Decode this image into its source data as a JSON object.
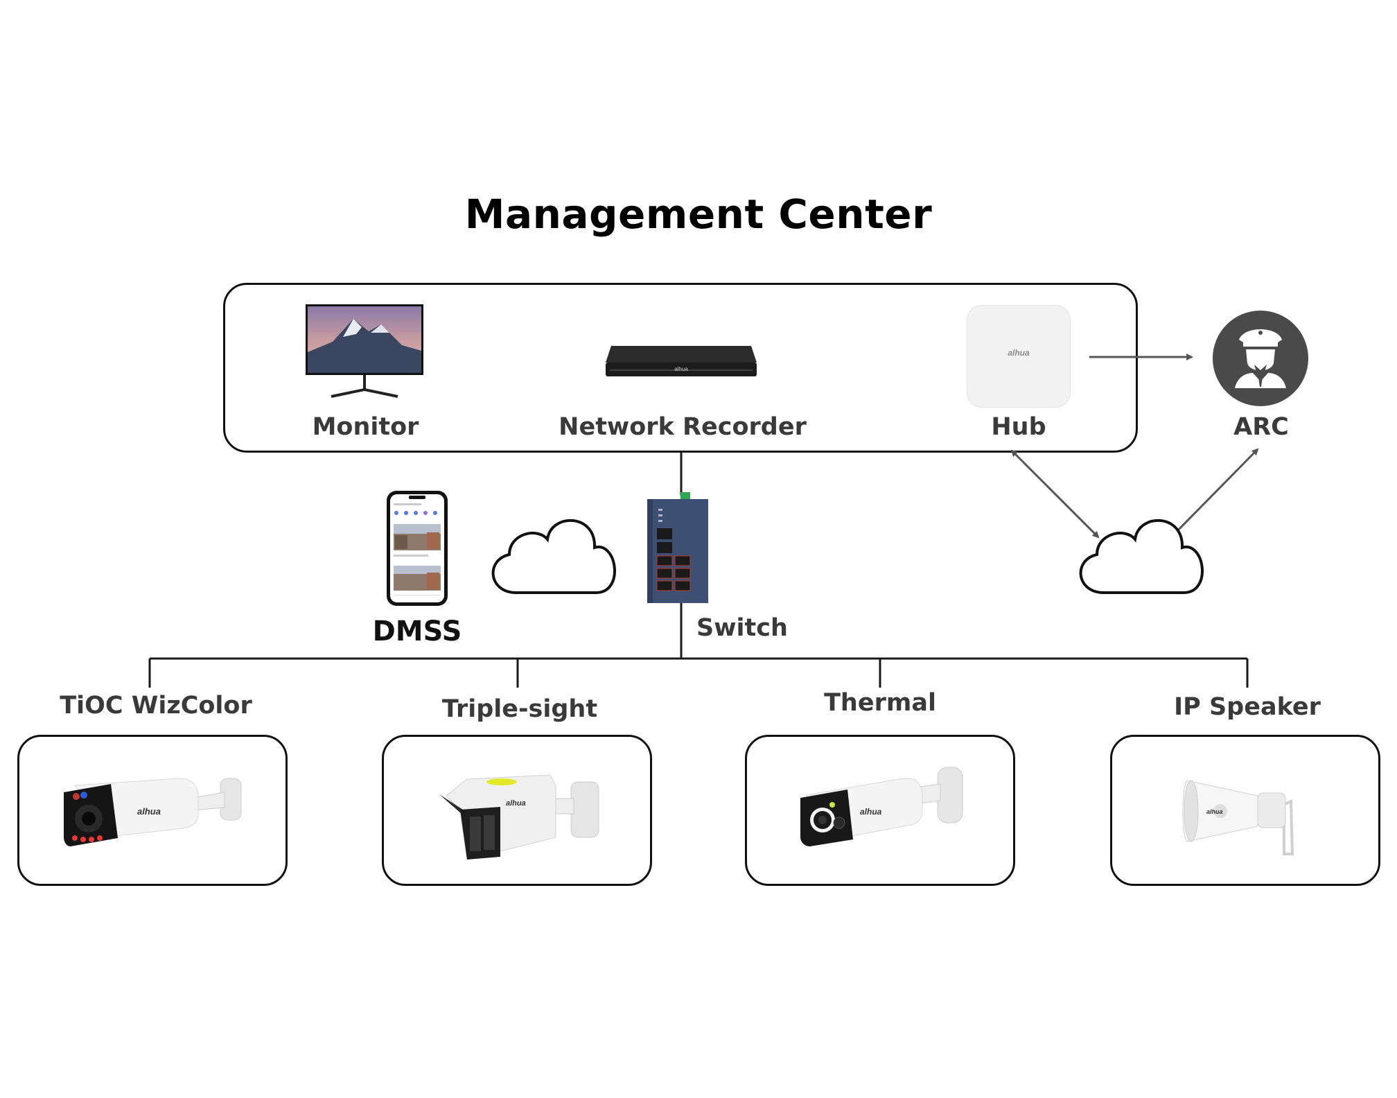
{
  "title": "Management Center",
  "management": {
    "monitor_label": "Monitor",
    "recorder_label": "Network Recorder",
    "hub_label": "Hub",
    "hub_logo": "alhua",
    "recorder_logo": "alhua"
  },
  "arc_label": "ARC",
  "dmss_label": "DMSS",
  "switch_label": "Switch",
  "devices": [
    {
      "label": "TiOC WizColor",
      "logo": "alhua"
    },
    {
      "label": "Triple-sight",
      "logo": "alhua"
    },
    {
      "label": "Thermal",
      "logo": "alhua"
    },
    {
      "label": "IP Speaker",
      "logo": "alhua"
    }
  ],
  "colors": {
    "line": "#1a1a1a",
    "arrow": "#555555",
    "arc_circle": "#4a4a4a",
    "switch_body": "#3d4f73"
  }
}
